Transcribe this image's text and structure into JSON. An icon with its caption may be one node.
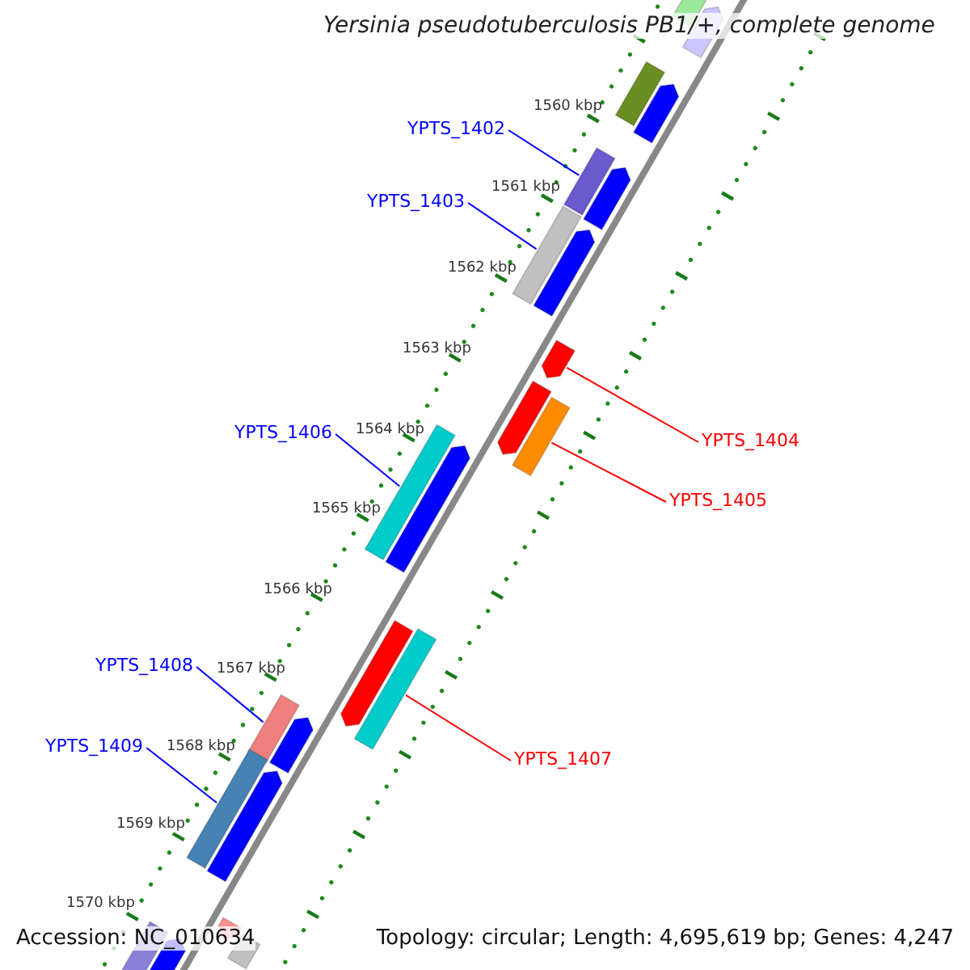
{
  "diagram": {
    "title": "Yersinia pseudotuberculosis PB1/+, complete genome",
    "nodes": [
      {
        "text": [
          "YPTS_1402"
        ]
      },
      {
        "text": [],
        "shape": "bar"
      },
      {
        "text": [
          "YPTS_1403"
        ]
      },
      {
        "text": [],
        "shape": "bar"
      },
      {
        "text": [
          "YPTS_1404"
        ]
      },
      {
        "text": [],
        "shape": "arrow"
      },
      {
        "text": [
          "YPTS_1405"
        ]
      },
      {
        "text": [],
        "shape": "bar"
      },
      {
        "text": [
          "YPTS_1406"
        ]
      },
      {
        "text": [],
        "shape": "bar"
      },
      {
        "text": [
          "YPTS_1407"
        ]
      },
      {
        "text": [],
        "shape": "bar"
      },
      {
        "text": [
          "YPTS_1408"
        ]
      },
      {
        "text": [],
        "shape": "bar"
      },
      {
        "text": [
          "YPTS_1409"
        ]
      },
      {
        "text": [],
        "shape": "bar"
      }
    ],
    "edges": [
      {
        "from": 0,
        "to": 1,
        "arrow": "none"
      },
      {
        "from": 2,
        "to": 3,
        "arrow": "none"
      },
      {
        "from": 4,
        "to": 5,
        "arrow": "none",
        "color": "#ff0000"
      },
      {
        "from": 6,
        "to": 7,
        "arrow": "none",
        "color": "#ff0000"
      },
      {
        "from": 8,
        "to": 9,
        "arrow": "none"
      },
      {
        "from": 10,
        "to": 11,
        "arrow": "none",
        "color": "#ff0000"
      },
      {
        "from": 12,
        "to": 13,
        "arrow": "none"
      },
      {
        "from": 14,
        "to": 15,
        "arrow": "none"
      }
    ],
    "labels": [
      "1560 kbp",
      "1561 kbp",
      "1562 kbp",
      "1563 kbp",
      "1564 kbp",
      "1565 kbp",
      "1566 kbp",
      "1567 kbp",
      "1568 kbp",
      "1569 kbp",
      "1570 kbp",
      "Accession: NC_010634",
      "Topology: circular; Length: 4,695,619 bp; Genes: 4,247"
    ]
  }
}
